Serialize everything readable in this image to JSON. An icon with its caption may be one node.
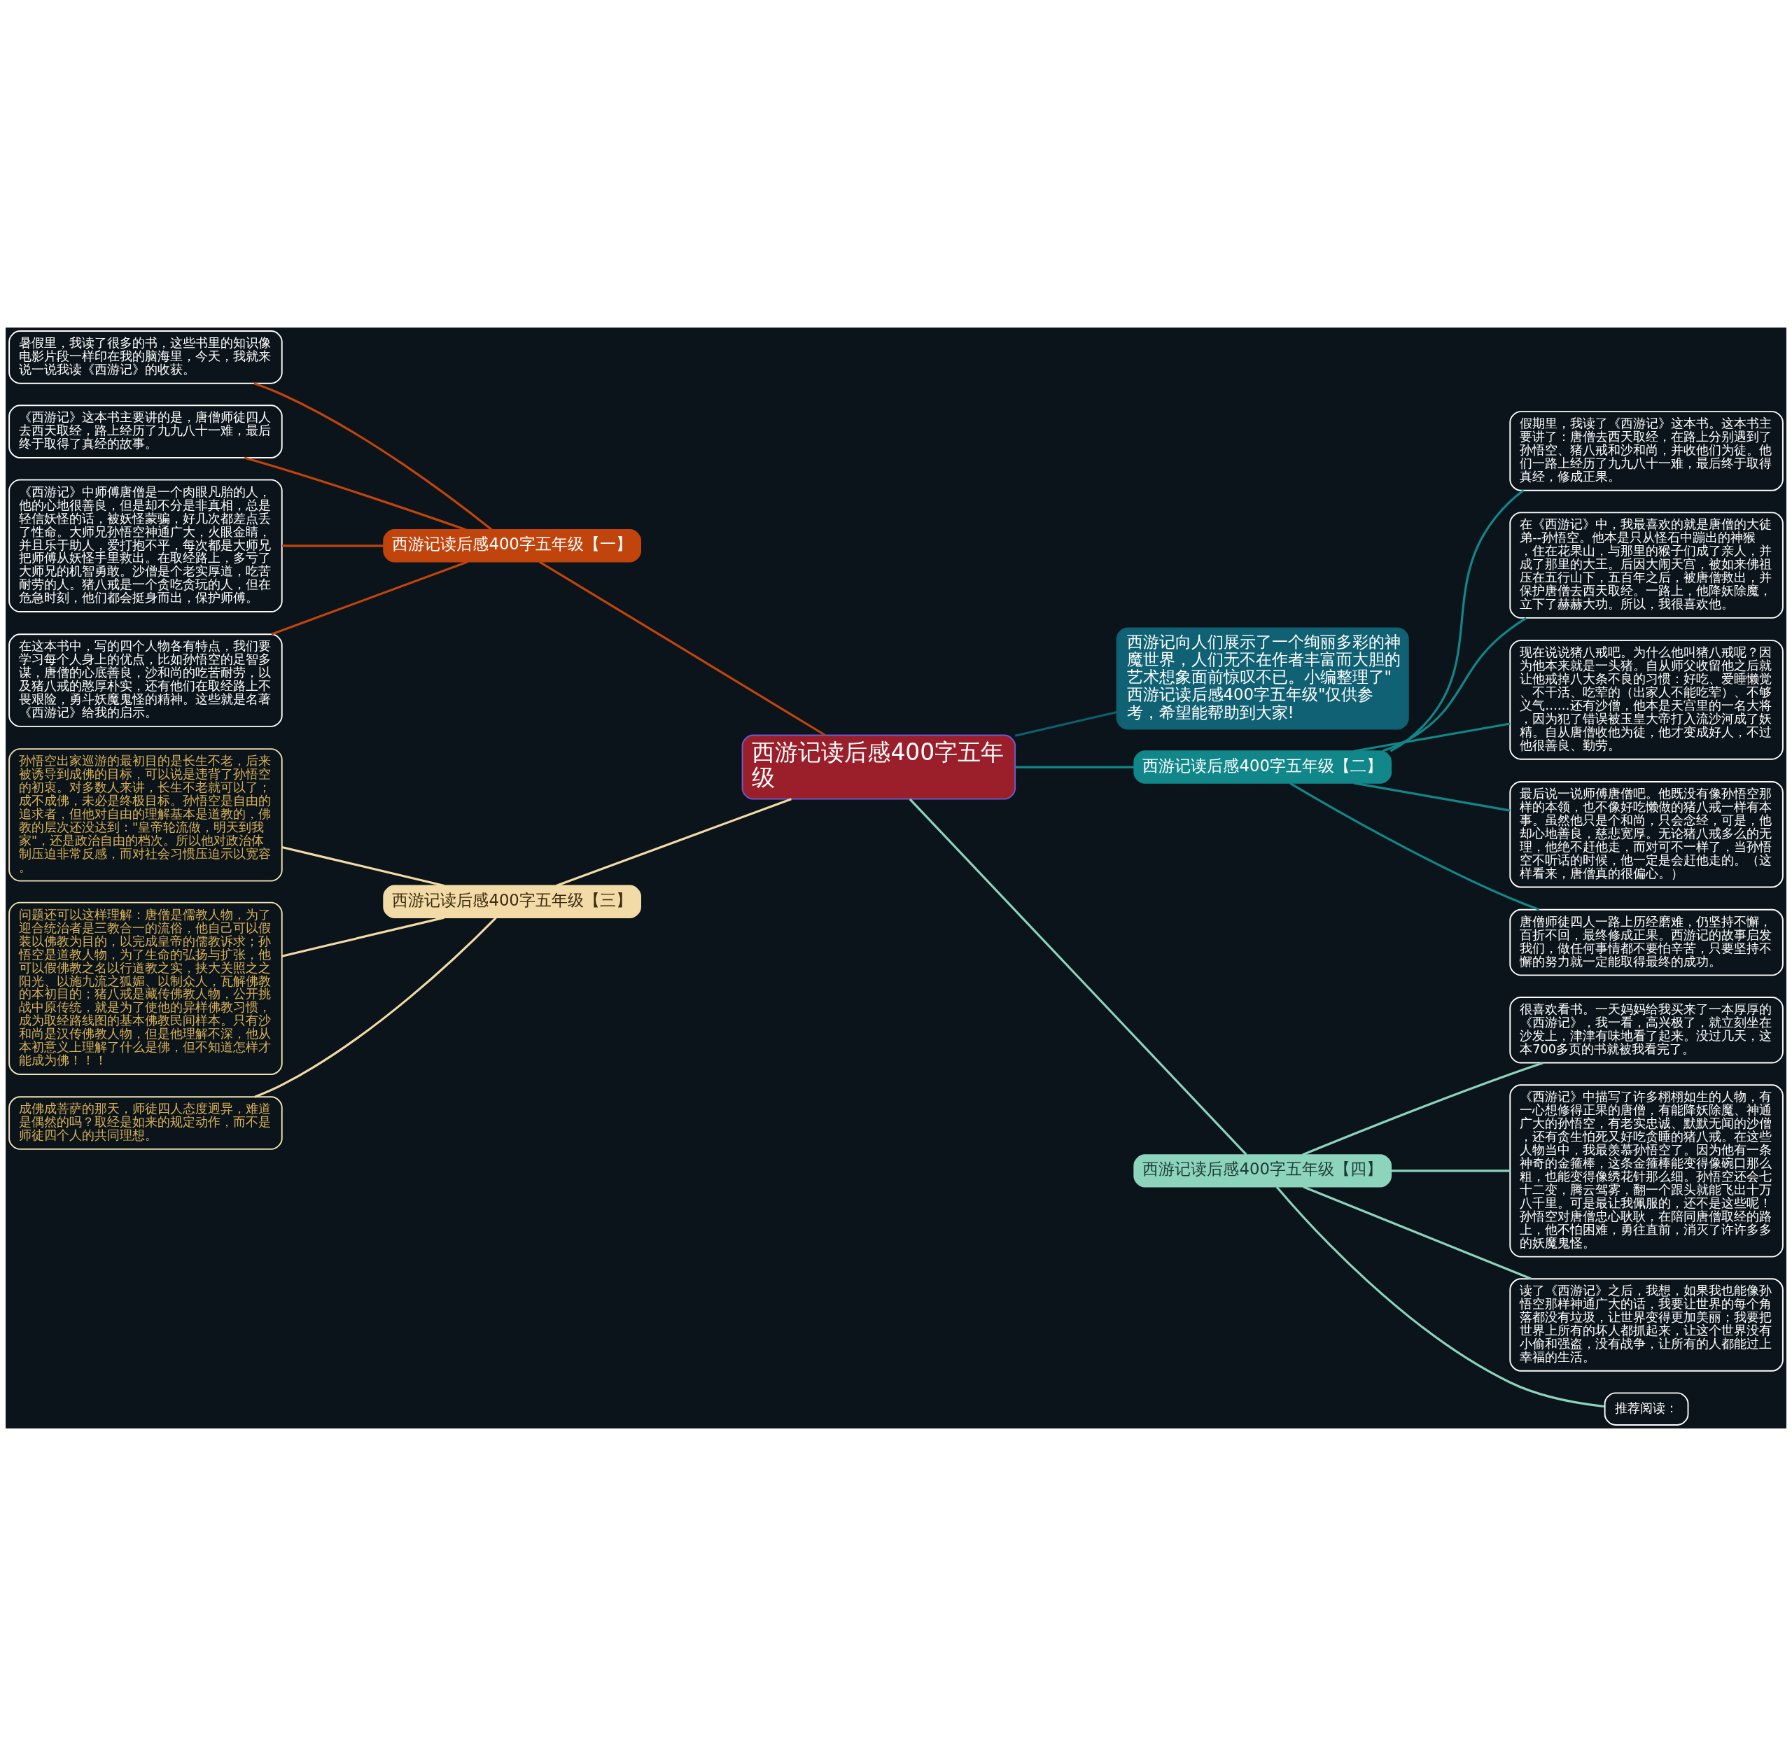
{
  "diagram": {
    "nodes": [
      {
        "text": [
          "西游记读后感400字五年级"
        ]
      },
      {
        "text": [
          "西游记向人们展示了一个绚丽多彩的神魔世界，人们无不在作者丰富而大胆的艺术想象面前惊叹不已。小编整理了\"西游记读后感400字五年级\"仅供参考，希望能帮助到大家!"
        ]
      },
      {
        "text": [
          "西游记读后感400字五年级【一】"
        ]
      },
      {
        "text": [
          "暑假里，我读了很多的书，这些书里的知识像电影片段一样印在我的脑海里，今天，我就来说一说我读《西游记》的收获。"
        ]
      },
      {
        "text": [
          "《西游记》这本书主要讲的是，唐僧师徒四人去西天取经，路上经历了九九八十一难，最后终于取得了真经的故事。"
        ]
      },
      {
        "text": [
          "《西游记》中师傅唐僧是一个肉眼凡胎的人，他的心地很善良，但是却不分是非真相，总是轻信妖怪的话，被妖怪蒙骗，好几次都差点丢了性命。大师兄孙悟空神通广大，火眼金睛，并且乐于助人，爱打抱不平，每次都是大师兄把师傅从妖怪手里救出。在取经路上，多亏了大师兄的机智勇敢。沙僧是个老实厚道，吃苦耐劳的人。猪八戒是一个贪吃贪玩的人，但在危急时刻，他们都会挺身而出，保护师傅。"
        ]
      },
      {
        "text": [
          "在这本书中，写的四个人物各有特点，我们要学习每个人身上的优点，比如孙悟空的足智多谋，唐僧的心底善良，沙和尚的吃苦耐劳，以及猪八戒的憨厚朴实，还有他们在取经路上不畏艰险，勇斗妖魔鬼怪的精神。这些就是名著《西游记》给我的启示。"
        ]
      },
      {
        "text": [
          "西游记读后感400字五年级【二】"
        ]
      },
      {
        "text": [
          "假期里，我读了《西游记》这本书。这本书主要讲了：唐僧去西天取经，在路上分别遇到了孙悟空、猪八戒和沙和尚，并收他们为徒。他们一路上经历了九九八十一难，最后终于取得真经，修成正果。"
        ]
      },
      {
        "text": [
          "在《西游记》中，我最喜欢的就是唐僧的大徒弟--孙悟空。他本是只从怪石中蹦出的神猴，住在花果山，与那里的猴子们成了亲人，并成了那里的大王。后因大闹天宫，被如来佛祖压在五行山下，五百年之后，被唐僧救出，并保护唐僧去西天取经。一路上，他降妖除魔，立下了赫赫大功。所以，我很喜欢他。"
        ]
      },
      {
        "text": [
          "现在说说猪八戒吧。为什么他叫猪八戒呢？因为他本来就是一头猪。自从师父收留他之后就让他戒掉八大条不良的习惯：好吃、爱睡懒觉、不干活、吃荤的（出家人不能吃荤）、不够义气……还有沙僧，他本是天宫里的一名大将，因为犯了错误被玉皇大帝打入流沙河成了妖精。自从唐僧收他为徒，他才变成好人，不过他很善良、勤劳。"
        ]
      },
      {
        "text": [
          "最后说一说师傅唐僧吧。他既没有像孙悟空那样的本领，也不像好吃懒做的猪八戒一样有本事。虽然他只是个和尚，只会念经，可是，他却心地善良，慈悲宽厚。无论猪八戒多么的无理，他绝不赶他走，而对可不一样了，当孙悟空不听话的时候，他一定是会赶他走的。（这样看来，唐僧真的很偏心。）"
        ]
      },
      {
        "text": [
          "唐僧师徒四人一路上历经磨难，仍坚持不懈，百折不回，最终修成正果。西游记的故事启发我们，做任何事情都不要怕辛苦，只要坚持不懈的努力就一定能取得最终的成功。"
        ]
      },
      {
        "text": [
          "西游记读后感400字五年级【三】"
        ]
      },
      {
        "text": [
          "孙悟空出家巡游的最初目的是长生不老，后来被诱导到成佛的目标，可以说是违背了孙悟空的初衷。对多数人来讲，长生不老就可以了；成不成佛，未必是终极目标。孙悟空是自由的追求者，但他对自由的理解基本是道教的，佛教的层次还没达到：\"皇帝轮流做，明天到我家\"，还是政治自由的档次。所以他对政治体制压迫非常反感，而对社会习惯压迫示以宽容。"
        ]
      },
      {
        "text": [
          "问题还可以这样理解：唐僧是儒教人物，为了迎合统治者是三教合一的流俗，他自己可以假装以佛教为目的，以完成皇帝的儒教诉求；孙悟空是道教人物，为了生命的弘扬与扩张，他可以假佛教之名以行道教之实，挟大关照之之阳光、以施九流之狐媚、以制众人，瓦解佛教的本初目的；猪八戒是藏传佛教人物，公开挑战中原传统，就是为了使他的异样佛教习惯，成为取经路线图的基本佛教民间样本。只有沙和尚是汉传佛教人物，但是他理解不深，他从本初意义上理解了什么是佛，但不知道怎样才能成为佛！！！"
        ]
      },
      {
        "text": [
          "成佛成菩萨的那天，师徒四人态度迥异，难道是偶然的吗？取经是如来的规定动作，而不是师徒四个人的共同理想。"
        ]
      },
      {
        "text": [
          "西游记读后感400字五年级【四】"
        ]
      },
      {
        "text": [
          "很喜欢看书。一天妈妈给我买来了一本厚厚的《西游记》，我一看，高兴极了，就立刻坐在沙发上，津津有味地看了起来。没过几天，这本700多页的书就被我看完了。"
        ]
      },
      {
        "text": [
          "《西游记》中描写了许多栩栩如生的人物，有一心想修得正果的唐僧，有能降妖除魔、神通广大的孙悟空，有老实忠诚、默默无闻的沙僧，还有贪生怕死又好吃贪睡的猪八戒。在这些人物当中，我最羡慕孙悟空了。因为他有一条神奇的金箍棒，这条金箍棒能变得像碗口那么粗，也能变得像绣花针那么细。孙悟空还会七十二变，腾云驾雾，翻一个跟头就能飞出十万八千里。可是最让我佩服的，还不是这些呢！孙悟空对唐僧忠心耿耿，在陪同唐僧取经的路上，他不怕困难，勇往直前，消灭了许许多多的妖魔鬼怪。"
        ]
      },
      {
        "text": [
          "读了《西游记》之后，我想，如果我也能像孙悟空那样神通广大的话，我要让世界的每个角落都没有垃圾，让世界变得更加美丽；我要把世界上所有的坏人都抓起来，让这个世界没有小偷和强盗，没有战争，让所有的人都能过上幸福的生活。"
        ]
      },
      {
        "text": [
          "推荐阅读："
        ]
      }
    ],
    "edges": [
      {
        "from": 0,
        "to": 1,
        "arrow": "none",
        "color": "#0e5f6f"
      },
      {
        "from": 0,
        "to": 2,
        "arrow": "none",
        "color": "#c0440c"
      },
      {
        "from": 2,
        "to": 3,
        "arrow": "none",
        "color": "#c0440c"
      },
      {
        "from": 2,
        "to": 4,
        "arrow": "none",
        "color": "#c0440c"
      },
      {
        "from": 2,
        "to": 5,
        "arrow": "none",
        "color": "#c0440c"
      },
      {
        "from": 2,
        "to": 6,
        "arrow": "none",
        "color": "#c0440c"
      },
      {
        "from": 0,
        "to": 7,
        "arrow": "none",
        "color": "#11878a"
      },
      {
        "from": 7,
        "to": 8,
        "arrow": "none",
        "color": "#11878a"
      },
      {
        "from": 7,
        "to": 9,
        "arrow": "none",
        "color": "#11878a"
      },
      {
        "from": 7,
        "to": 10,
        "arrow": "none",
        "color": "#11878a"
      },
      {
        "from": 7,
        "to": 11,
        "arrow": "none",
        "color": "#11878a"
      },
      {
        "from": 7,
        "to": 12,
        "arrow": "none",
        "color": "#11878a"
      },
      {
        "from": 0,
        "to": 13,
        "arrow": "none",
        "color": "#f2dba6"
      },
      {
        "from": 13,
        "to": 14,
        "arrow": "none",
        "color": "#f2dba6"
      },
      {
        "from": 13,
        "to": 15,
        "arrow": "none",
        "color": "#f2dba6"
      },
      {
        "from": 13,
        "to": 16,
        "arrow": "none",
        "color": "#f2dba6"
      },
      {
        "from": 0,
        "to": 17,
        "arrow": "none",
        "color": "#8dd4bd"
      },
      {
        "from": 17,
        "to": 18,
        "arrow": "none",
        "color": "#8dd4bd"
      },
      {
        "from": 17,
        "to": 19,
        "arrow": "none",
        "color": "#8dd4bd"
      },
      {
        "from": 17,
        "to": 20,
        "arrow": "none",
        "color": "#8dd4bd"
      },
      {
        "from": 17,
        "to": 21,
        "arrow": "none",
        "color": "#8dd4bd"
      }
    ]
  }
}
